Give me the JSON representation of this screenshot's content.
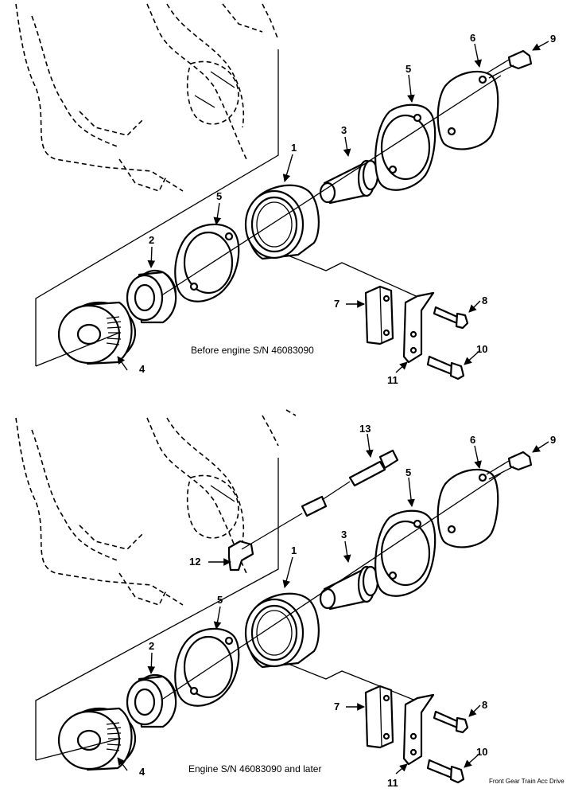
{
  "captions": {
    "top": "Before engine S/N 46083090",
    "bottom": "Engine S/N 46083090 and later",
    "footer": "Front Gear Train Acc Drive"
  },
  "top_callouts": [
    "1",
    "2",
    "3",
    "4",
    "5",
    "5",
    "6",
    "7",
    "8",
    "9",
    "10",
    "11"
  ],
  "bottom_callouts": [
    "1",
    "2",
    "3",
    "4",
    "5",
    "5",
    "6",
    "7",
    "8",
    "9",
    "10",
    "11",
    "12",
    "13"
  ]
}
